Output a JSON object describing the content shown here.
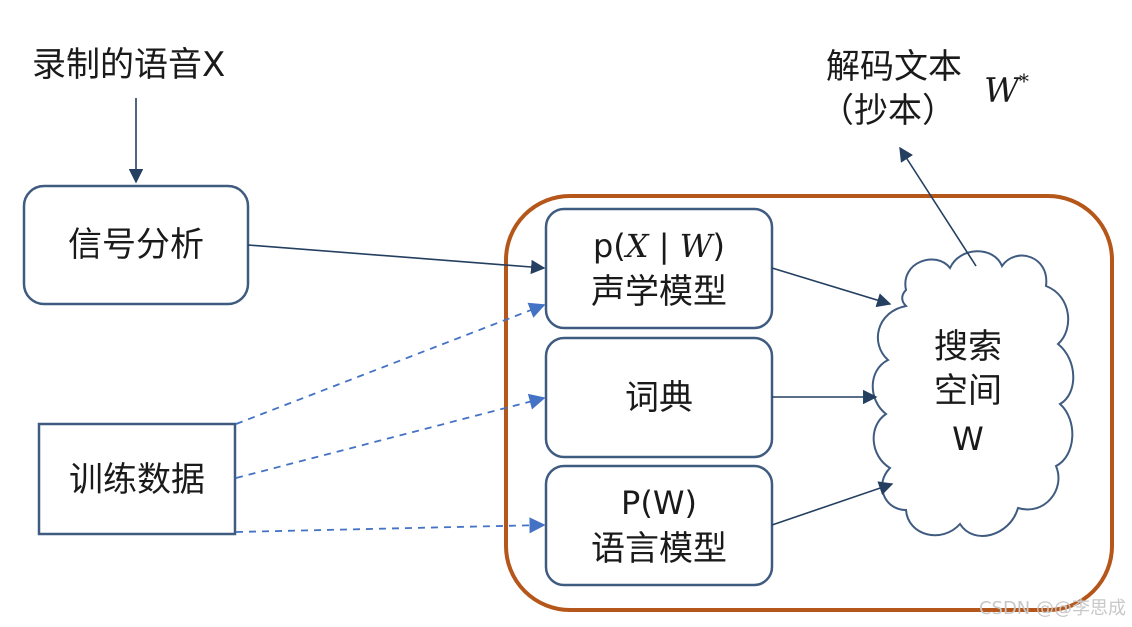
{
  "diagram": {
    "input_speech": "录制的语音X",
    "signal_analysis": "信号分析",
    "training_data": "训练数据",
    "acoustic_model": {
      "formula_prefix": "p(",
      "formula_x": "X",
      "formula_bar": " | ",
      "formula_w": "W",
      "formula_suffix": ")",
      "label": "声学模型"
    },
    "lexicon": "词典",
    "language_model": {
      "formula": "P(W)",
      "label": "语言模型"
    },
    "search_space": {
      "line1": "搜索",
      "line2": "空间",
      "line3": "W"
    },
    "output": {
      "line1": "解码文本",
      "line2": "（抄本）",
      "symbol": "W",
      "superscript": "*"
    },
    "colors": {
      "box_border": "#3f5b80",
      "container_border": "#b5561a",
      "solid_arrow": "#243f60",
      "dashed_arrow": "#4472c4"
    }
  },
  "watermark": "CSDN @@李思成"
}
